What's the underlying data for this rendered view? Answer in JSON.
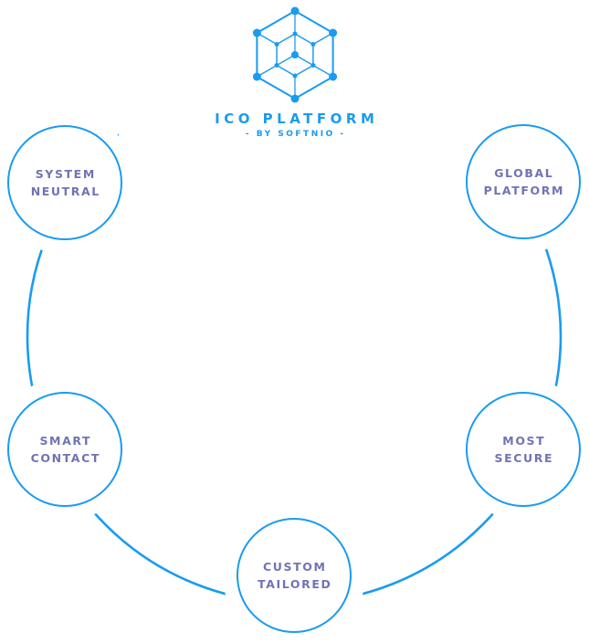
{
  "brand": {
    "logo_icon": "hexagon-network-icon",
    "title": "ICO PLATFORM",
    "subtitle": "- BY SOFTNIO -"
  },
  "features": [
    {
      "line1": "SYSTEM",
      "line2": "NEUTRAL"
    },
    {
      "line1": "GLOBAL",
      "line2": "PLATFORM"
    },
    {
      "line1": "SMART",
      "line2": "CONTACT"
    },
    {
      "line1": "MOST",
      "line2": "SECURE"
    },
    {
      "line1": "CUSTOM",
      "line2": "TAILORED"
    }
  ],
  "colors": {
    "accent_blue": "#199bf2",
    "label_purple": "#7173b4",
    "background": "#ffffff"
  }
}
